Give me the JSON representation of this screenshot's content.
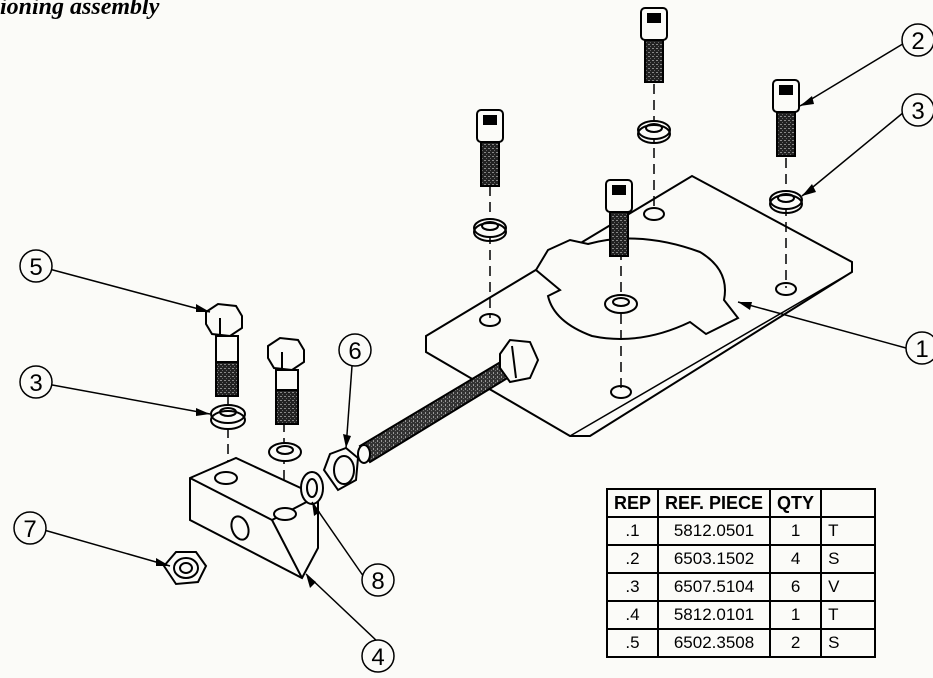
{
  "title": "ioning assembly",
  "callouts": [
    "1",
    "2",
    "3",
    "3",
    "4",
    "5",
    "6",
    "7",
    "8"
  ],
  "parts_table": {
    "headers": [
      "REP",
      "REF. PIECE",
      "QTY",
      ""
    ],
    "rows": [
      [
        ".1",
        "5812.0501",
        "1",
        "T"
      ],
      [
        ".2",
        "6503.1502",
        "4",
        "S"
      ],
      [
        ".3",
        "6507.5104",
        "6",
        "V"
      ],
      [
        ".4",
        "5812.0101",
        "1",
        "T"
      ],
      [
        ".5",
        "6502.3508",
        "2",
        "S"
      ]
    ]
  },
  "colors": {
    "ink": "#000000",
    "paper": "#fbfbf8"
  }
}
